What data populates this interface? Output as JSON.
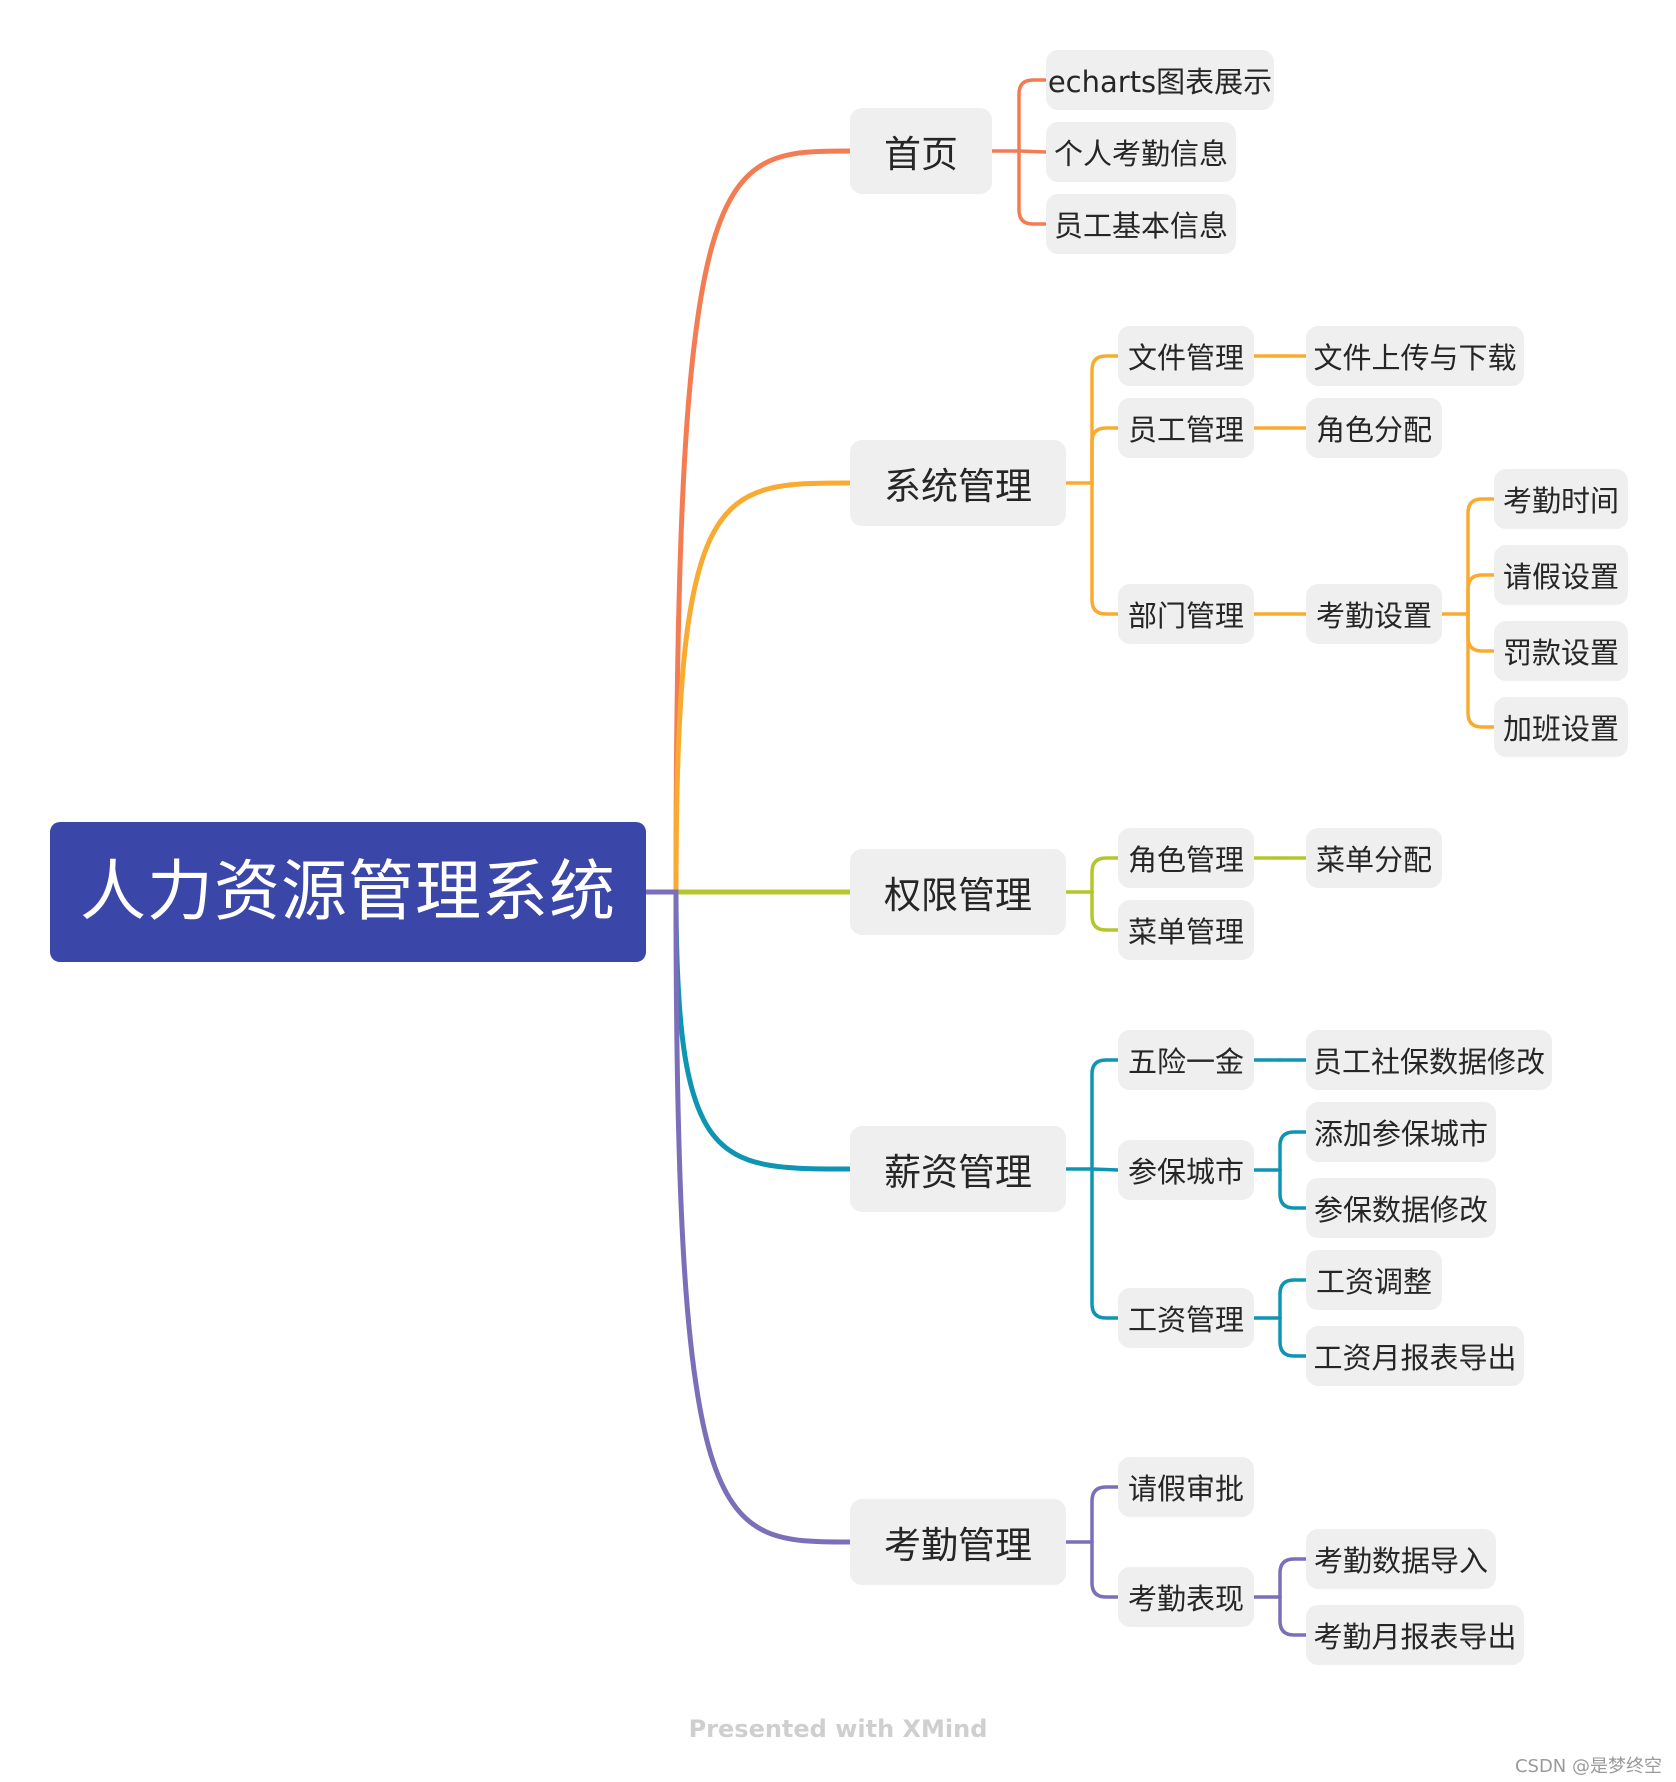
{
  "root": {
    "label": "人力资源管理系统",
    "color": "#3a47a9"
  },
  "branch_colors": {
    "home": "#f47c52",
    "system": "#f9ab31",
    "permission": "#b5c62c",
    "salary": "#0e95b3",
    "attendance": "#7a6fb8"
  },
  "branches": {
    "home": {
      "label": "首页",
      "children": [
        "echarts图表展示",
        "个人考勤信息",
        "员工基本信息"
      ]
    },
    "system": {
      "label": "系统管理",
      "file_mgmt": {
        "label": "文件管理",
        "child": "文件上传与下载"
      },
      "staff_mgmt": {
        "label": "员工管理",
        "child": "角色分配"
      },
      "dept_mgmt": {
        "label": "部门管理",
        "attendance_settings": {
          "label": "考勤设置",
          "children": [
            "考勤时间",
            "请假设置",
            "罚款设置",
            "加班设置"
          ]
        }
      }
    },
    "permission": {
      "label": "权限管理",
      "role_mgmt": {
        "label": "角色管理",
        "child": "菜单分配"
      },
      "menu_mgmt": {
        "label": "菜单管理"
      }
    },
    "salary": {
      "label": "薪资管理",
      "insurance": {
        "label": "五险一金",
        "child": "员工社保数据修改"
      },
      "insured_city": {
        "label": "参保城市",
        "children": [
          "添加参保城市",
          "参保数据修改"
        ]
      },
      "wage_mgmt": {
        "label": "工资管理",
        "children": [
          "工资调整",
          "工资月报表导出"
        ]
      }
    },
    "attendance": {
      "label": "考勤管理",
      "leave_approval": {
        "label": "请假审批"
      },
      "performance": {
        "label": "考勤表现",
        "children": [
          "考勤数据导入",
          "考勤月报表导出"
        ]
      }
    }
  },
  "footer": "Presented with XMind",
  "credit": "CSDN @是梦终空"
}
